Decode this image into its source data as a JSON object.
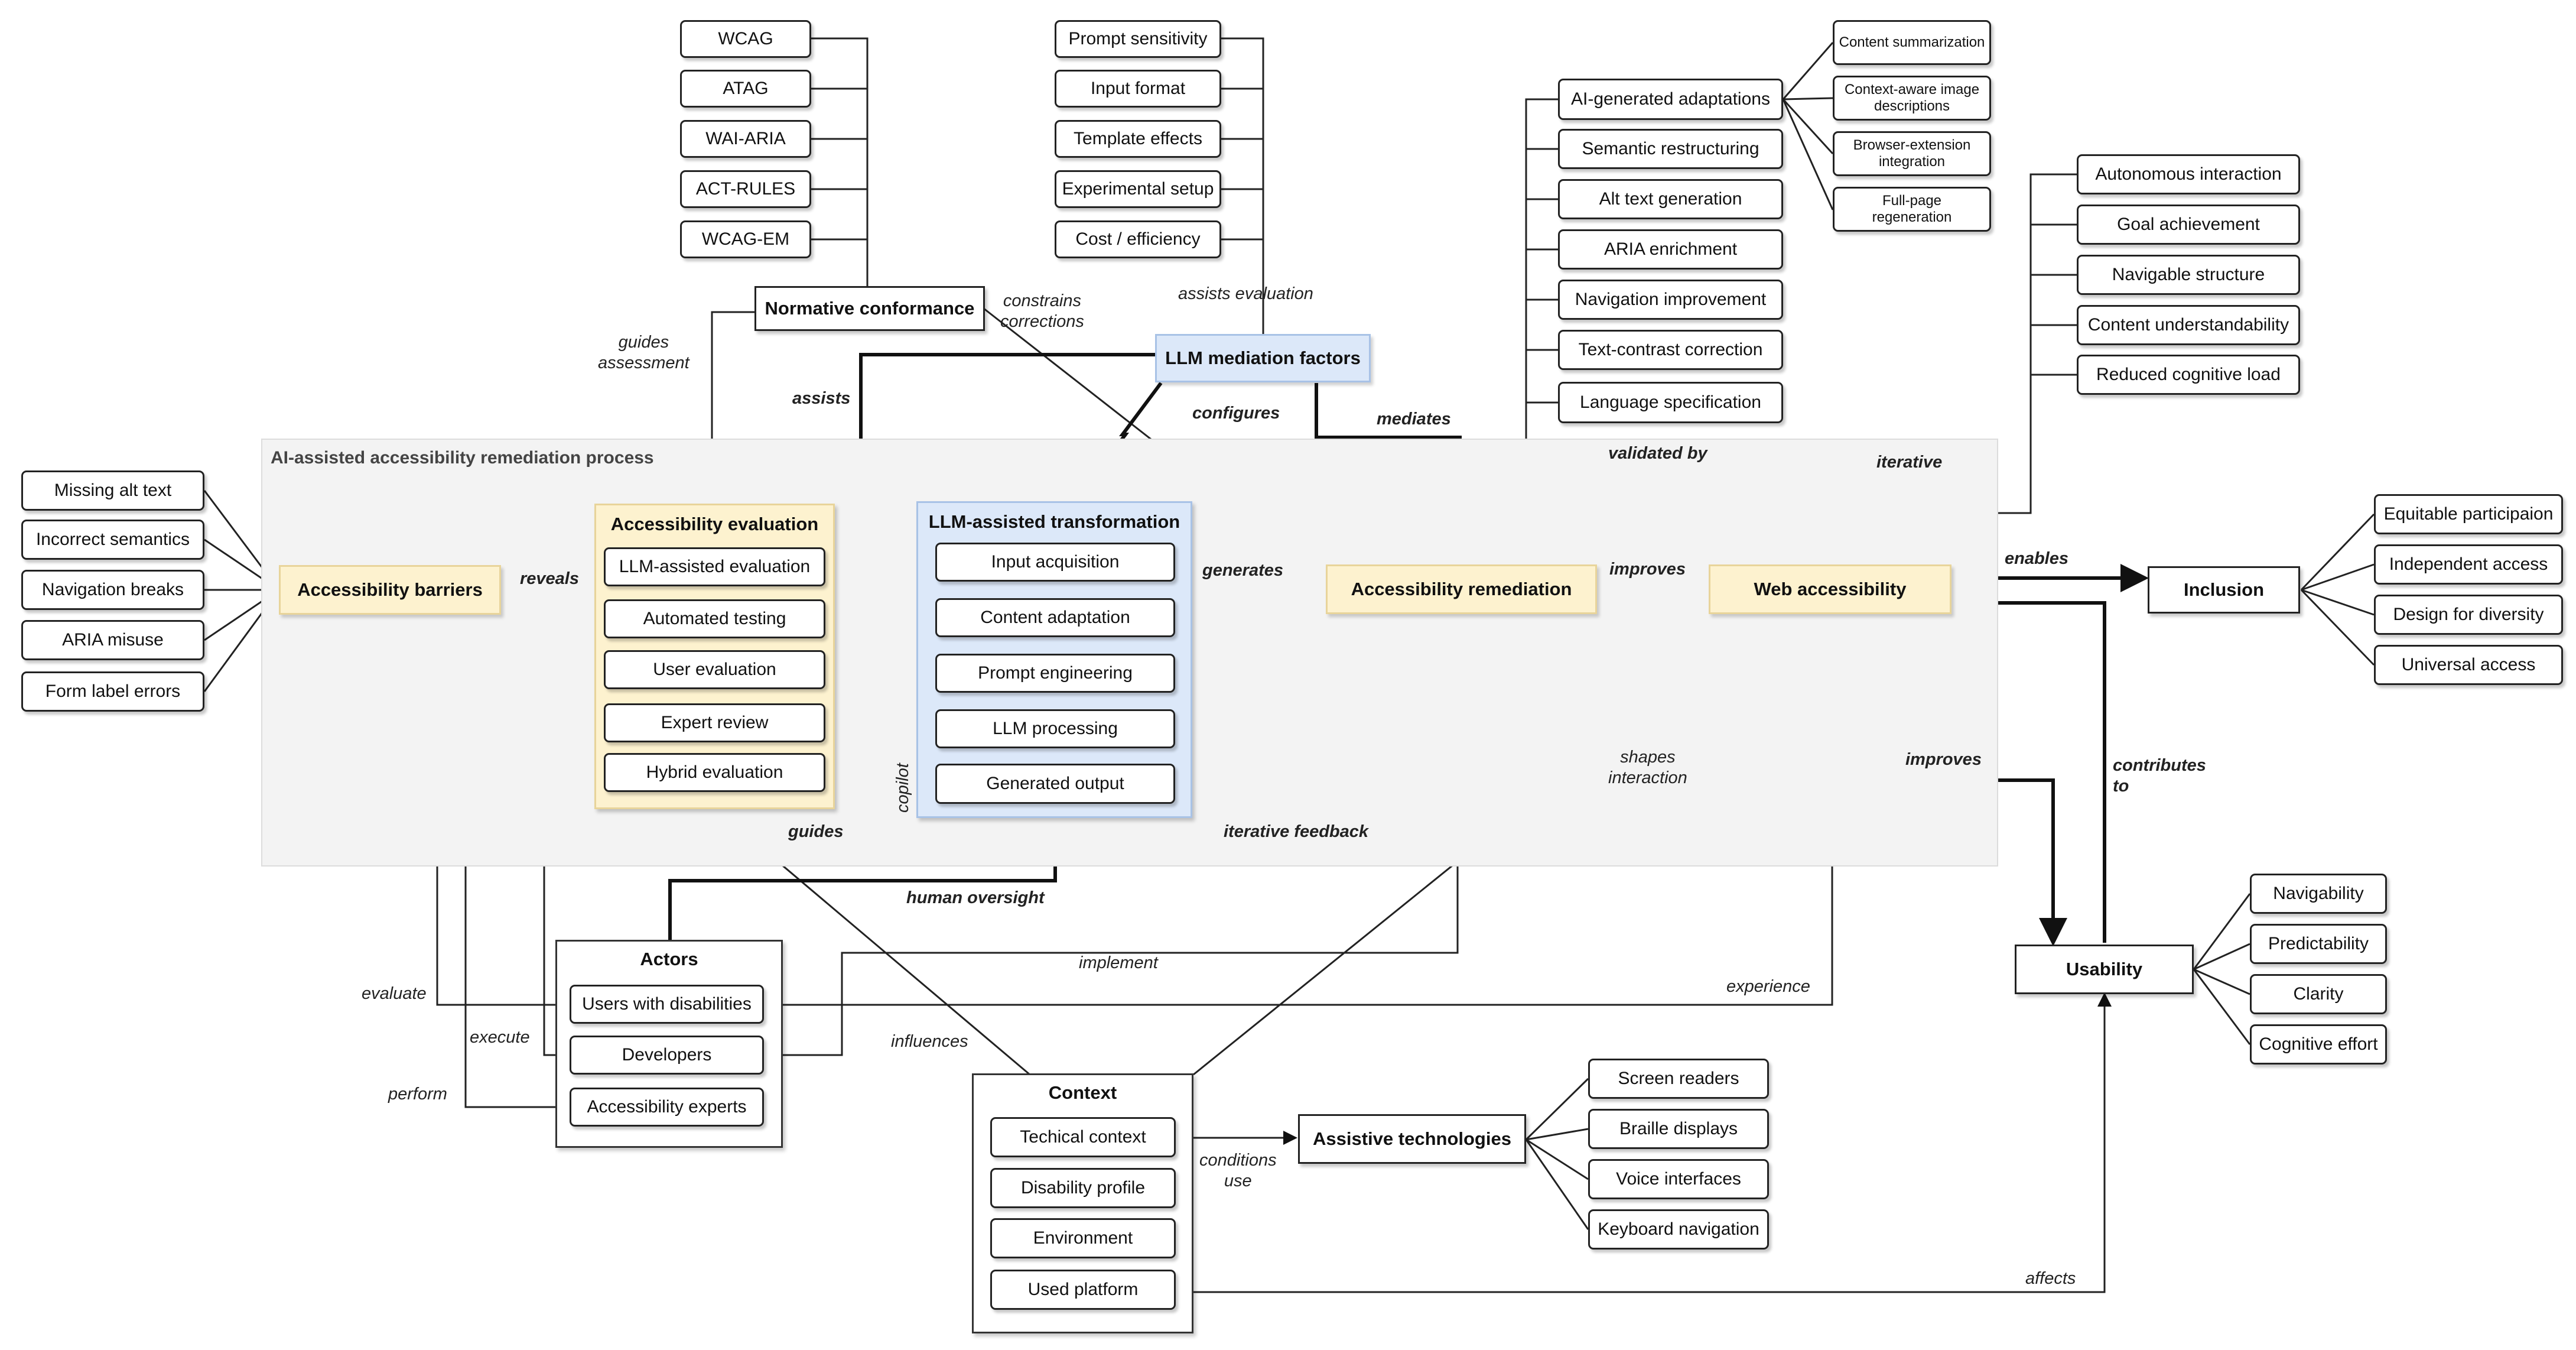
{
  "region": {
    "title": "AI-assisted accessibility remediation process",
    "iterative": "iterative"
  },
  "nodes": {
    "standards": [
      "WCAG",
      "ATAG",
      "WAI-ARIA",
      "ACT-RULES",
      "WCAG-EM"
    ],
    "normative": "Normative conformance",
    "mediation_items": [
      "Prompt sensitivity",
      "Input format",
      "Template effects",
      "Experimental setup",
      "Cost / efficiency"
    ],
    "llm_mediation": "LLM mediation factors",
    "adaptations": [
      "AI-generated adaptations",
      "Semantic restructuring",
      "Alt text generation",
      "ARIA enrichment",
      "Navigation improvement",
      "Text-contrast correction",
      "Language specification"
    ],
    "adaptation_sub": [
      "Content summarization",
      "Context-aware image descriptions",
      "Browser-extension integration",
      "Full-page regeneration"
    ],
    "outcomes": [
      "Autonomous interaction",
      "Goal achievement",
      "Navigable structure",
      "Content understandability",
      "Reduced cognitive load"
    ],
    "barriers_items": [
      "Missing alt text",
      "Incorrect semantics",
      "Navigation breaks",
      "ARIA misuse",
      "Form label errors"
    ],
    "barriers": "Accessibility barriers",
    "evaluation": {
      "title": "Accessibility evaluation",
      "items": [
        "LLM-assisted evaluation",
        "Automated testing",
        "User evaluation",
        "Expert review",
        "Hybrid evaluation"
      ]
    },
    "transformation": {
      "title": "LLM-assisted transformation",
      "items": [
        "Input acquisition",
        "Content adaptation",
        "Prompt engineering",
        "LLM processing",
        "Generated output"
      ]
    },
    "remediation": "Accessibility remediation",
    "web_accessibility": "Web accessibility",
    "inclusion": "Inclusion",
    "inclusion_items": [
      "Equitable participaion",
      "Independent access",
      "Design for diversity",
      "Universal access"
    ],
    "usability": "Usability",
    "usability_items": [
      "Navigability",
      "Predictability",
      "Clarity",
      "Cognitive effort"
    ],
    "actors": {
      "title": "Actors",
      "items": [
        "Users with disabilities",
        "Developers",
        "Accessibility experts"
      ]
    },
    "context": {
      "title": "Context",
      "items": [
        "Techical context",
        "Disability profile",
        "Environment",
        "Used platform"
      ]
    },
    "assistive": "Assistive technologies",
    "assistive_items": [
      "Screen readers",
      "Braille displays",
      "Voice interfaces",
      "Keyboard navigation"
    ]
  },
  "edge_labels": {
    "guides_assessment": "guides\nassessment",
    "constrains_corrections": "constrains\ncorrections",
    "assists_evaluation": "assists evaluation",
    "assists": "assists",
    "configures": "configures",
    "mediates": "mediates",
    "validated_by": "validated by",
    "reveals": "reveals",
    "generates": "generates",
    "improves_web": "improves",
    "enables": "enables",
    "improves_usability": "improves",
    "contributes_to": "contributes\nto",
    "copilot": "copilot",
    "guides": "guides",
    "iterative_feedback": "iterative feedback",
    "human_oversight": "human oversight",
    "shapes_interaction": "shapes\ninteraction",
    "implement": "implement",
    "experience": "experience",
    "evaluate": "evaluate",
    "execute": "execute",
    "perform": "perform",
    "influences": "influences",
    "conditions_use": "conditions\nuse",
    "affects": "affects"
  }
}
